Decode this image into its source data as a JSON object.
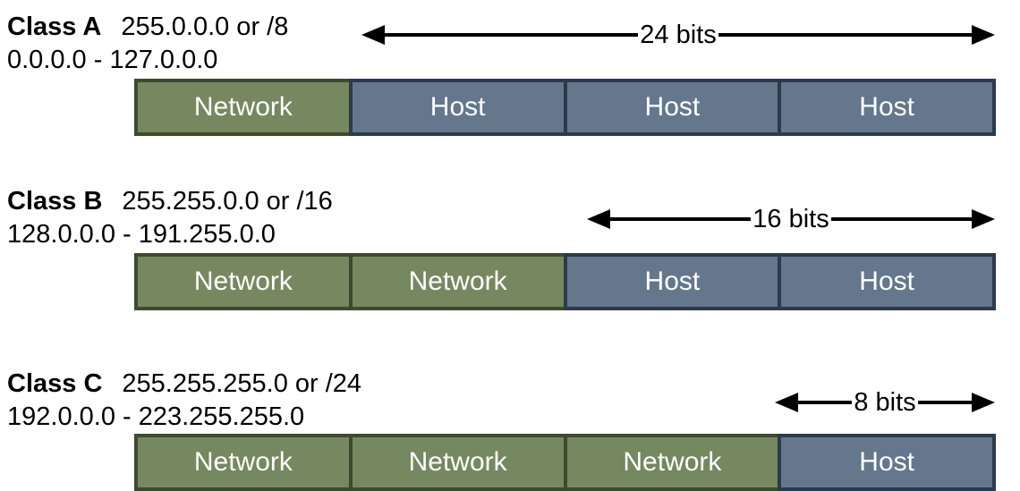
{
  "colors": {
    "network_fill": "#75885f",
    "network_border": "#3e4a2d",
    "host_fill": "#64778c",
    "host_border": "#2c3a4e",
    "arrow_color": "#000000",
    "bar_text": "#ffffff",
    "label_text": "#000000"
  },
  "classes": [
    {
      "name": "Class A",
      "mask": "255.0.0.0 or /8",
      "range": "0.0.0.0 - 127.0.0.0",
      "bits_label": "24 bits",
      "octets": [
        "Network",
        "Host",
        "Host",
        "Host"
      ]
    },
    {
      "name": "Class B",
      "mask": "255.255.0.0 or /16",
      "range": "128.0.0.0 - 191.255.0.0",
      "bits_label": "16 bits",
      "octets": [
        "Network",
        "Network",
        "Host",
        "Host"
      ]
    },
    {
      "name": "Class C",
      "mask": "255.255.255.0 or /24",
      "range": "192.0.0.0 - 223.255.255.0",
      "bits_label": "8 bits",
      "octets": [
        "Network",
        "Network",
        "Network",
        "Host"
      ]
    }
  ]
}
